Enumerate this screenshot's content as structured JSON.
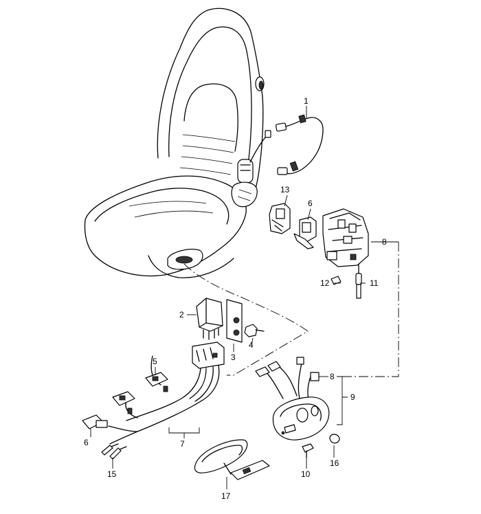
{
  "callouts": {
    "c1": "1",
    "c2": "2",
    "c3": "3",
    "c4": "4",
    "c5": "5",
    "c6a": "6",
    "c6b": "6",
    "c7": "7",
    "c8a": "8",
    "c8b": "8",
    "c9": "9",
    "c10": "10",
    "c11": "11",
    "c12": "12",
    "c13": "13",
    "c15": "15",
    "c16": "16",
    "c17": "17"
  }
}
